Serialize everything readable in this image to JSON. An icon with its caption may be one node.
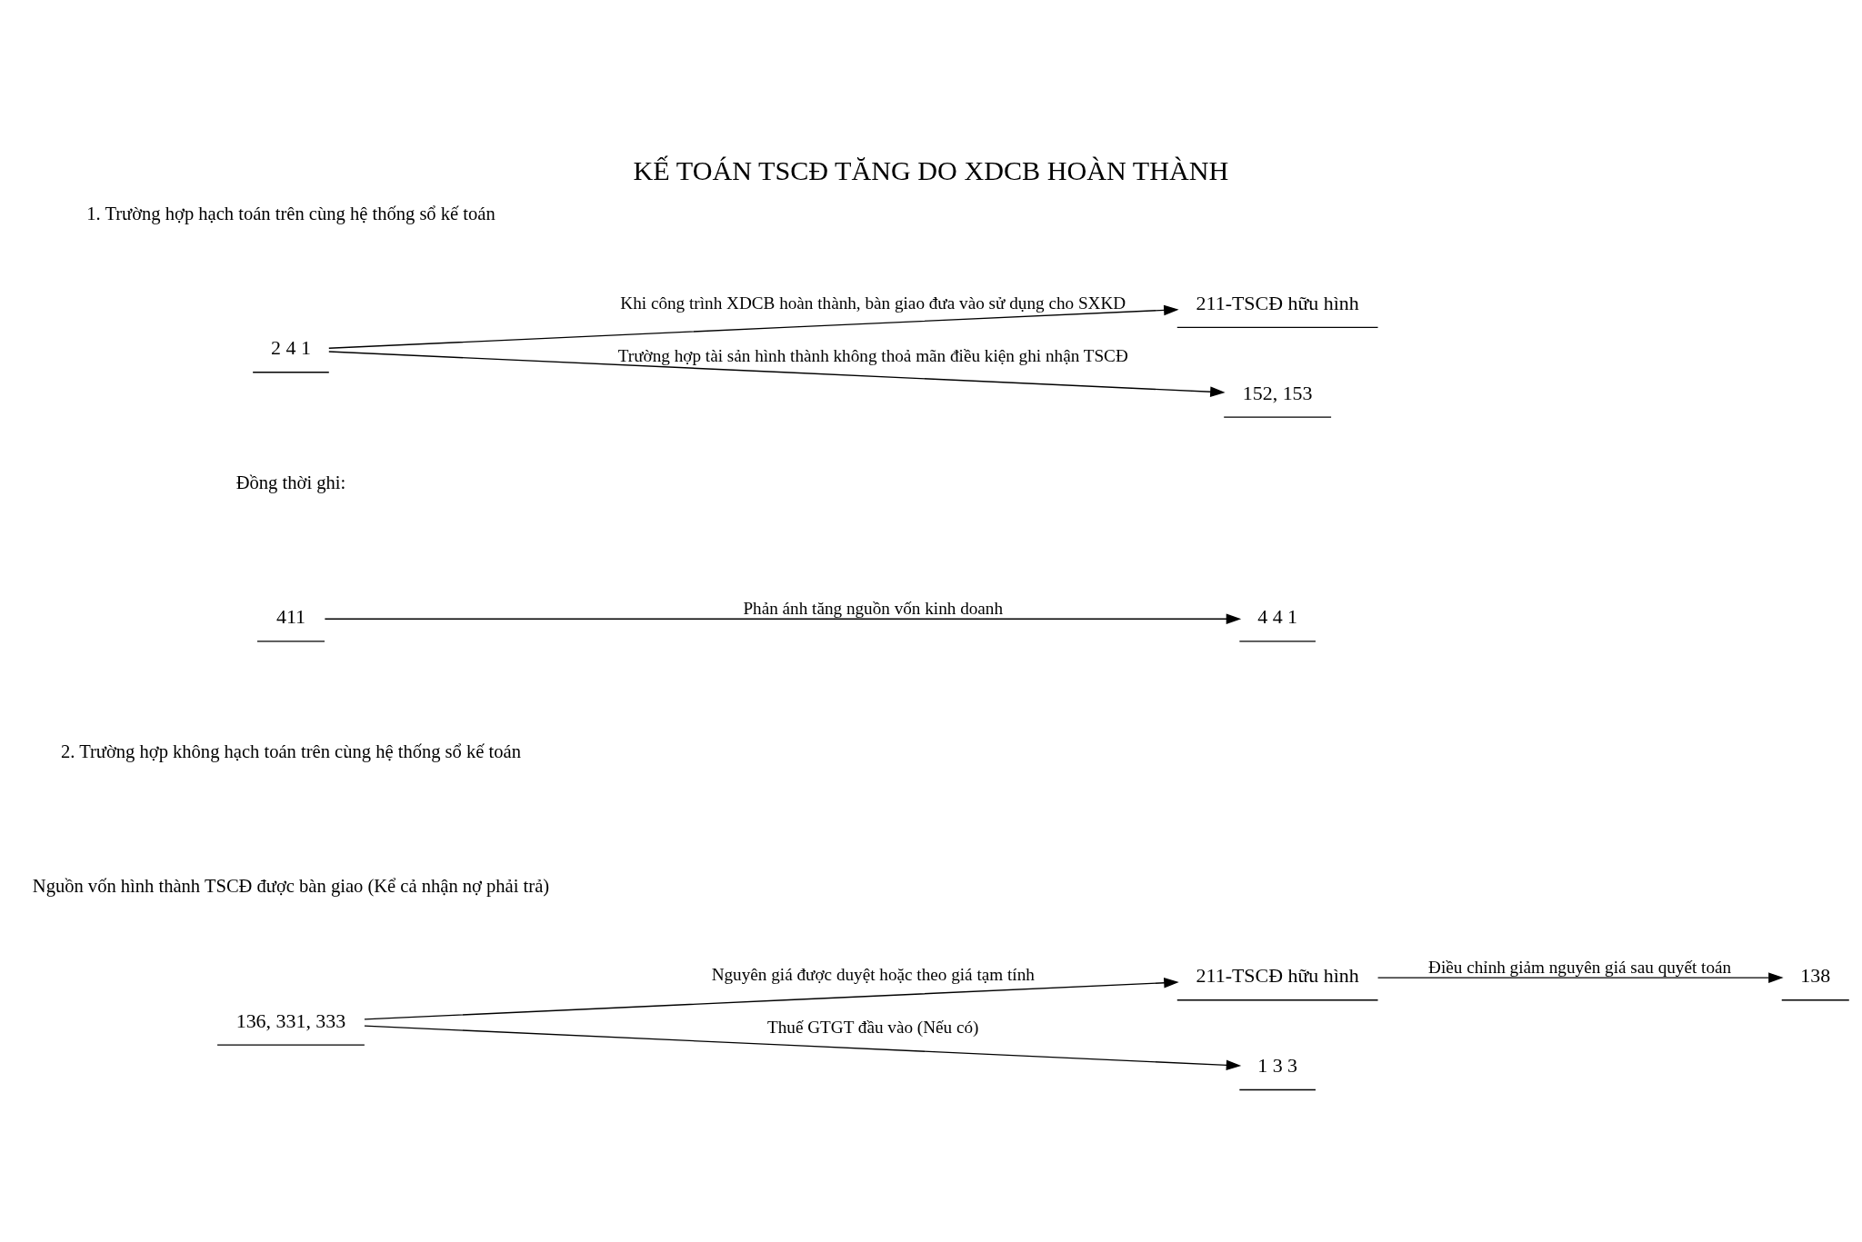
{
  "diagram": {
    "title": "KẾ TOÁN TSCĐ TĂNG DO XDCB HOÀN THÀNH",
    "nodes": [
      {
        "text": [
          "2 4 1"
        ]
      },
      {
        "text": [
          "211-TSCĐ hữu hình"
        ]
      },
      {
        "text": [
          "152, 153"
        ]
      },
      {
        "text": [
          "411"
        ]
      },
      {
        "text": [
          "4 4 1"
        ]
      },
      {
        "text": [
          "136, 331, 333"
        ]
      },
      {
        "text": [
          "211-TSCĐ hữu hình"
        ]
      },
      {
        "text": [
          "138"
        ]
      },
      {
        "text": [
          "1 3 3"
        ]
      }
    ],
    "edges": [
      {
        "from": 0,
        "to": 1,
        "arrow": "to",
        "label": "Khi công trình XDCB hoàn thành, bàn giao đưa vào sử dụng cho SXKD"
      },
      {
        "from": 0,
        "to": 2,
        "arrow": "to",
        "label": "Trường hợp tài sản hình thành không thoả mãn điều kiện ghi nhận TSCĐ"
      },
      {
        "from": 3,
        "to": 4,
        "arrow": "to",
        "label": "Phản ánh tăng nguồn vốn kinh doanh"
      },
      {
        "from": 5,
        "to": 6,
        "arrow": "to",
        "label": "Nguyên giá được duyệt hoặc theo giá tạm tính"
      },
      {
        "from": 6,
        "to": 7,
        "arrow": "to",
        "label": "Điều chỉnh giảm nguyên giá sau quyết toán"
      },
      {
        "from": 5,
        "to": 8,
        "arrow": "to",
        "label": "Thuế GTGT đầu vào (Nếu có)"
      }
    ],
    "labels": [
      "1. Trường hợp hạch toán trên cùng hệ thống sổ kế toán",
      "Đồng thời ghi:",
      "2. Trường hợp không hạch toán trên cùng hệ thống sổ kế toán",
      "Nguồn vốn hình thành TSCĐ được bàn giao (Kể cả nhận nợ phải trả)"
    ]
  }
}
